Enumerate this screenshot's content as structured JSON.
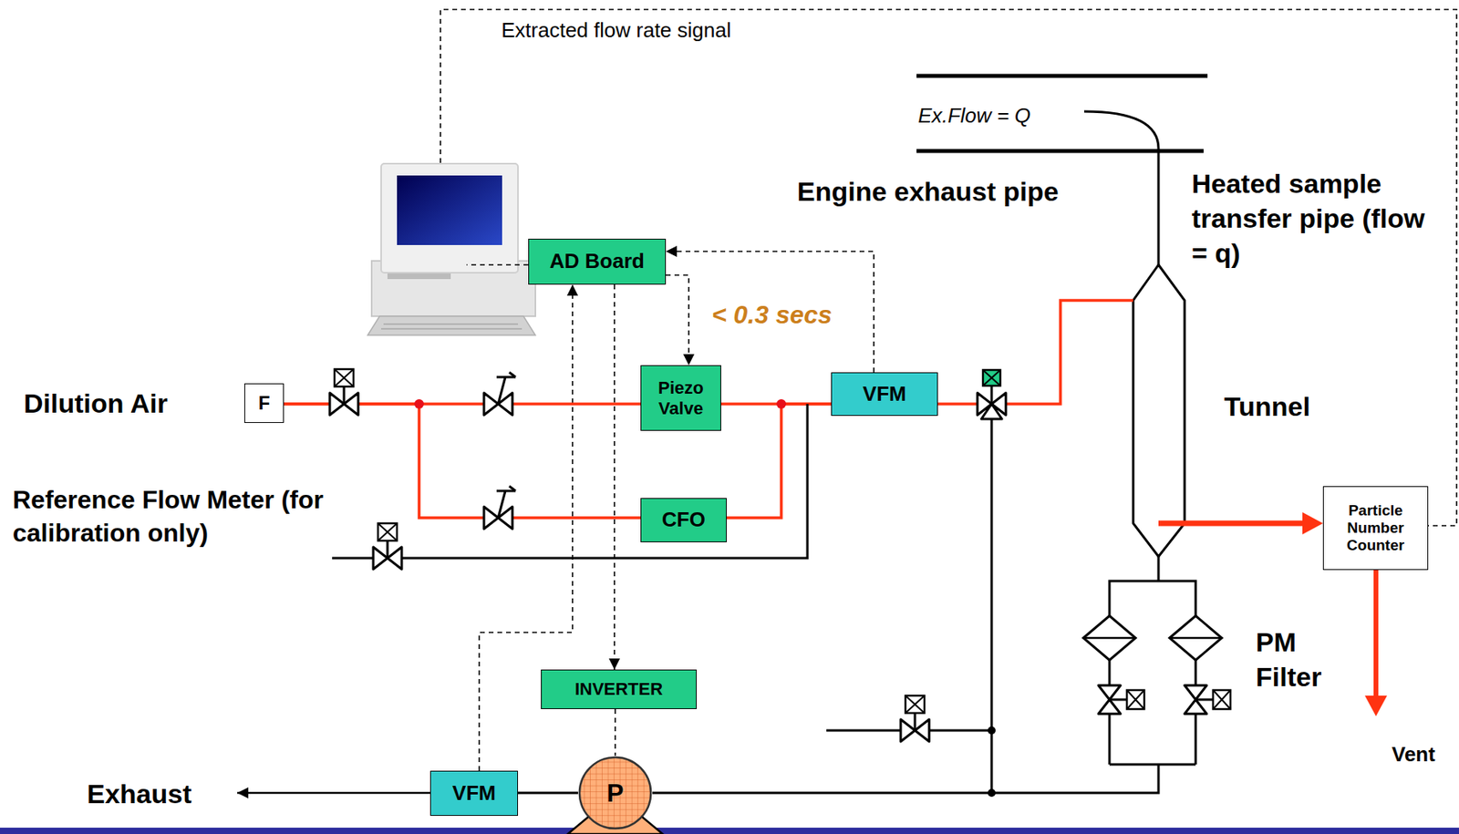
{
  "diagram": {
    "nodes": [
      {
        "text": [
          "AD Board"
        ]
      },
      {
        "text": [
          "Piezo Valve"
        ]
      },
      {
        "text": [
          "CFO"
        ]
      },
      {
        "text": [
          "VFM"
        ]
      },
      {
        "text": [
          "INVERTER"
        ]
      },
      {
        "text": [
          "VFM"
        ]
      },
      {
        "text": [
          "P"
        ]
      },
      {
        "text": [
          "Particle Number Counter"
        ]
      },
      {
        "text": [
          "F"
        ]
      }
    ],
    "edges": [
      {
        "from": 3,
        "to": 0,
        "arrow": "to"
      },
      {
        "from": 0,
        "to": 1,
        "arrow": "to"
      },
      {
        "from": 5,
        "to": 0,
        "arrow": "to"
      },
      {
        "from": 0,
        "to": 4,
        "arrow": "to"
      },
      {
        "from": 4,
        "to": 6,
        "arrow": "none"
      },
      {
        "from": 8,
        "to": 1,
        "arrow": "none"
      },
      {
        "from": 8,
        "to": 2,
        "arrow": "none"
      },
      {
        "from": 1,
        "to": 3,
        "arrow": "none"
      },
      {
        "from": 2,
        "to": 3,
        "arrow": "none"
      },
      {
        "from": 6,
        "to": 5,
        "arrow": "none"
      }
    ],
    "labels": [
      "Extracted flow rate signal",
      "Ex.Flow = Q",
      "Engine exhaust pipe",
      "Heated sample transfer pipe (flow = q)",
      "< 0.3 secs",
      "Dilution Air",
      "Tunnel",
      "Reference Flow Meter (for calibration only)",
      "PM Filter",
      "Vent",
      "Exhaust"
    ]
  }
}
